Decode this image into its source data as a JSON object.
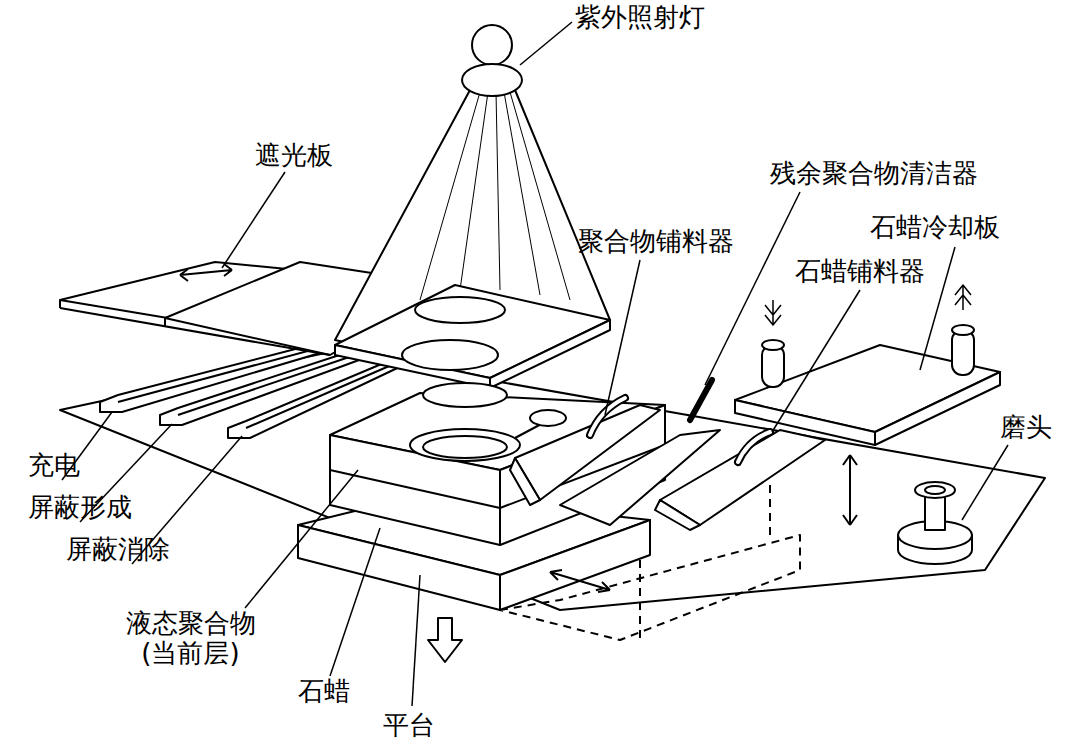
{
  "diagram": {
    "labels": [
      "紫外照射灯",
      "遮光板",
      "残余聚合物清洁器",
      "聚合物铺料器",
      "石蜡冷却板",
      "石蜡铺料器",
      "磨头",
      "充电",
      "屏蔽形成",
      "屏蔽消除",
      "液态聚合物 (当前层)",
      "石蜡",
      "平台"
    ]
  }
}
